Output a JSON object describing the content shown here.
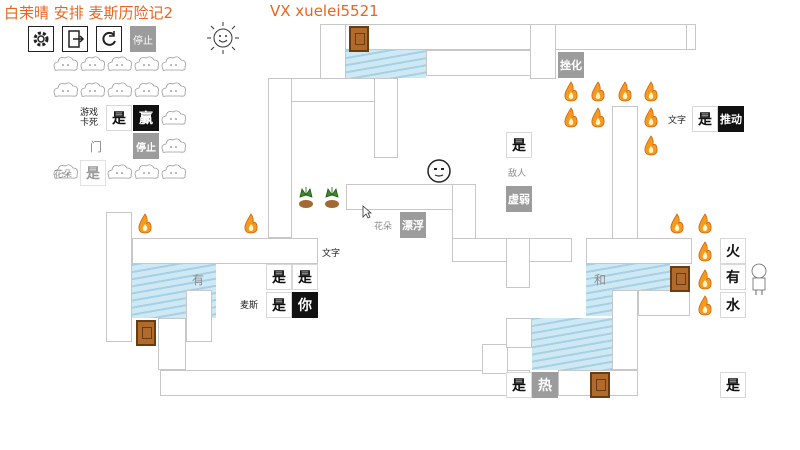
{
  "overlay": {
    "credit": "白茉晴 安排 麦斯历险记2",
    "contact": "VX xuelei5521"
  },
  "toolbar": {
    "settings_icon": "gear-icon",
    "exit_icon": "exit-door-icon",
    "restart_icon": "restart-icon",
    "stop_label": "停止"
  },
  "sun_icon": "smiling-sun-icon",
  "rules_panel": {
    "row1_word": "游戏\n卡死",
    "row1_is": "是",
    "row1_prop": "赢",
    "row2_word": "门",
    "row2_prop": "停止",
    "row3_word": "花朵",
    "row3_is": "是"
  },
  "board": {
    "tiles": {
      "defeat_label": "挫化",
      "push_word": "文字",
      "push_is": "是",
      "push_prop": "推动",
      "mid_is": "是",
      "enemy_word": "敌人",
      "weak_label": "虚弱",
      "flower_word": "花朵",
      "float_label": "漂浮",
      "text_word": "文字",
      "have_left": "有",
      "is_a": "是",
      "is_b": "是",
      "max_word": "麦斯",
      "max_is": "是",
      "you_label": "你",
      "and_word": "和",
      "fire_word": "火",
      "have_right": "有",
      "water_word": "水",
      "bottom_is": "是",
      "hot_label": "热",
      "corner_is": "是"
    }
  },
  "colors": {
    "overlay_text": "#e8661e",
    "fire": "#f39a1f",
    "water": "#cfe9f4",
    "door": "#b06a2c",
    "gray_tile": "#9c9c9c",
    "black_tile": "#111111"
  }
}
